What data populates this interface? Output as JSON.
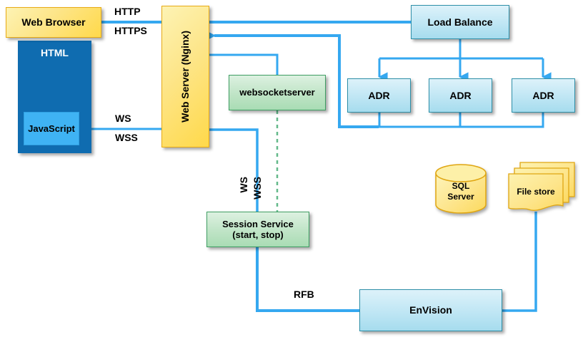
{
  "diagram": {
    "title": "Web Browser / Nginx / ADR architecture",
    "colors": {
      "link": "#35a8f0",
      "dashed_link": "#63b98a",
      "yellow_fill": "#fde588",
      "blue_fill": "#bfe6f4",
      "green_fill": "#bfe4c6",
      "html_fill": "#0f6cb0",
      "javascript_fill": "#3fb3f4"
    },
    "nodes": [
      {
        "id": "web-browser",
        "label": "Web Browser"
      },
      {
        "id": "html",
        "label": "HTML"
      },
      {
        "id": "javascript",
        "label": "JavaScript"
      },
      {
        "id": "web-server-nginx",
        "label": "Web Server (Nginx)"
      },
      {
        "id": "websocketserver",
        "label": "websocketserver"
      },
      {
        "id": "load-balance",
        "label": "Load Balance"
      },
      {
        "id": "adr-1",
        "label": "ADR"
      },
      {
        "id": "adr-2",
        "label": "ADR"
      },
      {
        "id": "adr-3",
        "label": "ADR"
      },
      {
        "id": "session-service",
        "label": "Session Service\n(start, stop)"
      },
      {
        "id": "sql-server",
        "label": "SQL\nServer"
      },
      {
        "id": "file-store",
        "label": "File store"
      },
      {
        "id": "envision",
        "label": "EnVision"
      }
    ],
    "node_text": {
      "web_browser": "Web Browser",
      "html": "HTML",
      "javascript": "JavaScript",
      "web_server": "Web Server (Nginx)",
      "websocketserver": "websocketserver",
      "load_balance": "Load Balance",
      "adr_1": "ADR",
      "adr_2": "ADR",
      "adr_3": "ADR",
      "session_service_line1": "Session Service",
      "session_service_line2": "(start, stop)",
      "sql_server_line1": "SQL",
      "sql_server_line2": "Server",
      "file_store": "File store",
      "envision": "EnVision"
    },
    "edge_labels": {
      "http": "HTTP",
      "https": "HTTPS",
      "ws_browser": "WS",
      "wss_browser": "WSS",
      "ws_session": "WS",
      "wss_session": "WSS",
      "rfb": "RFB"
    }
  }
}
